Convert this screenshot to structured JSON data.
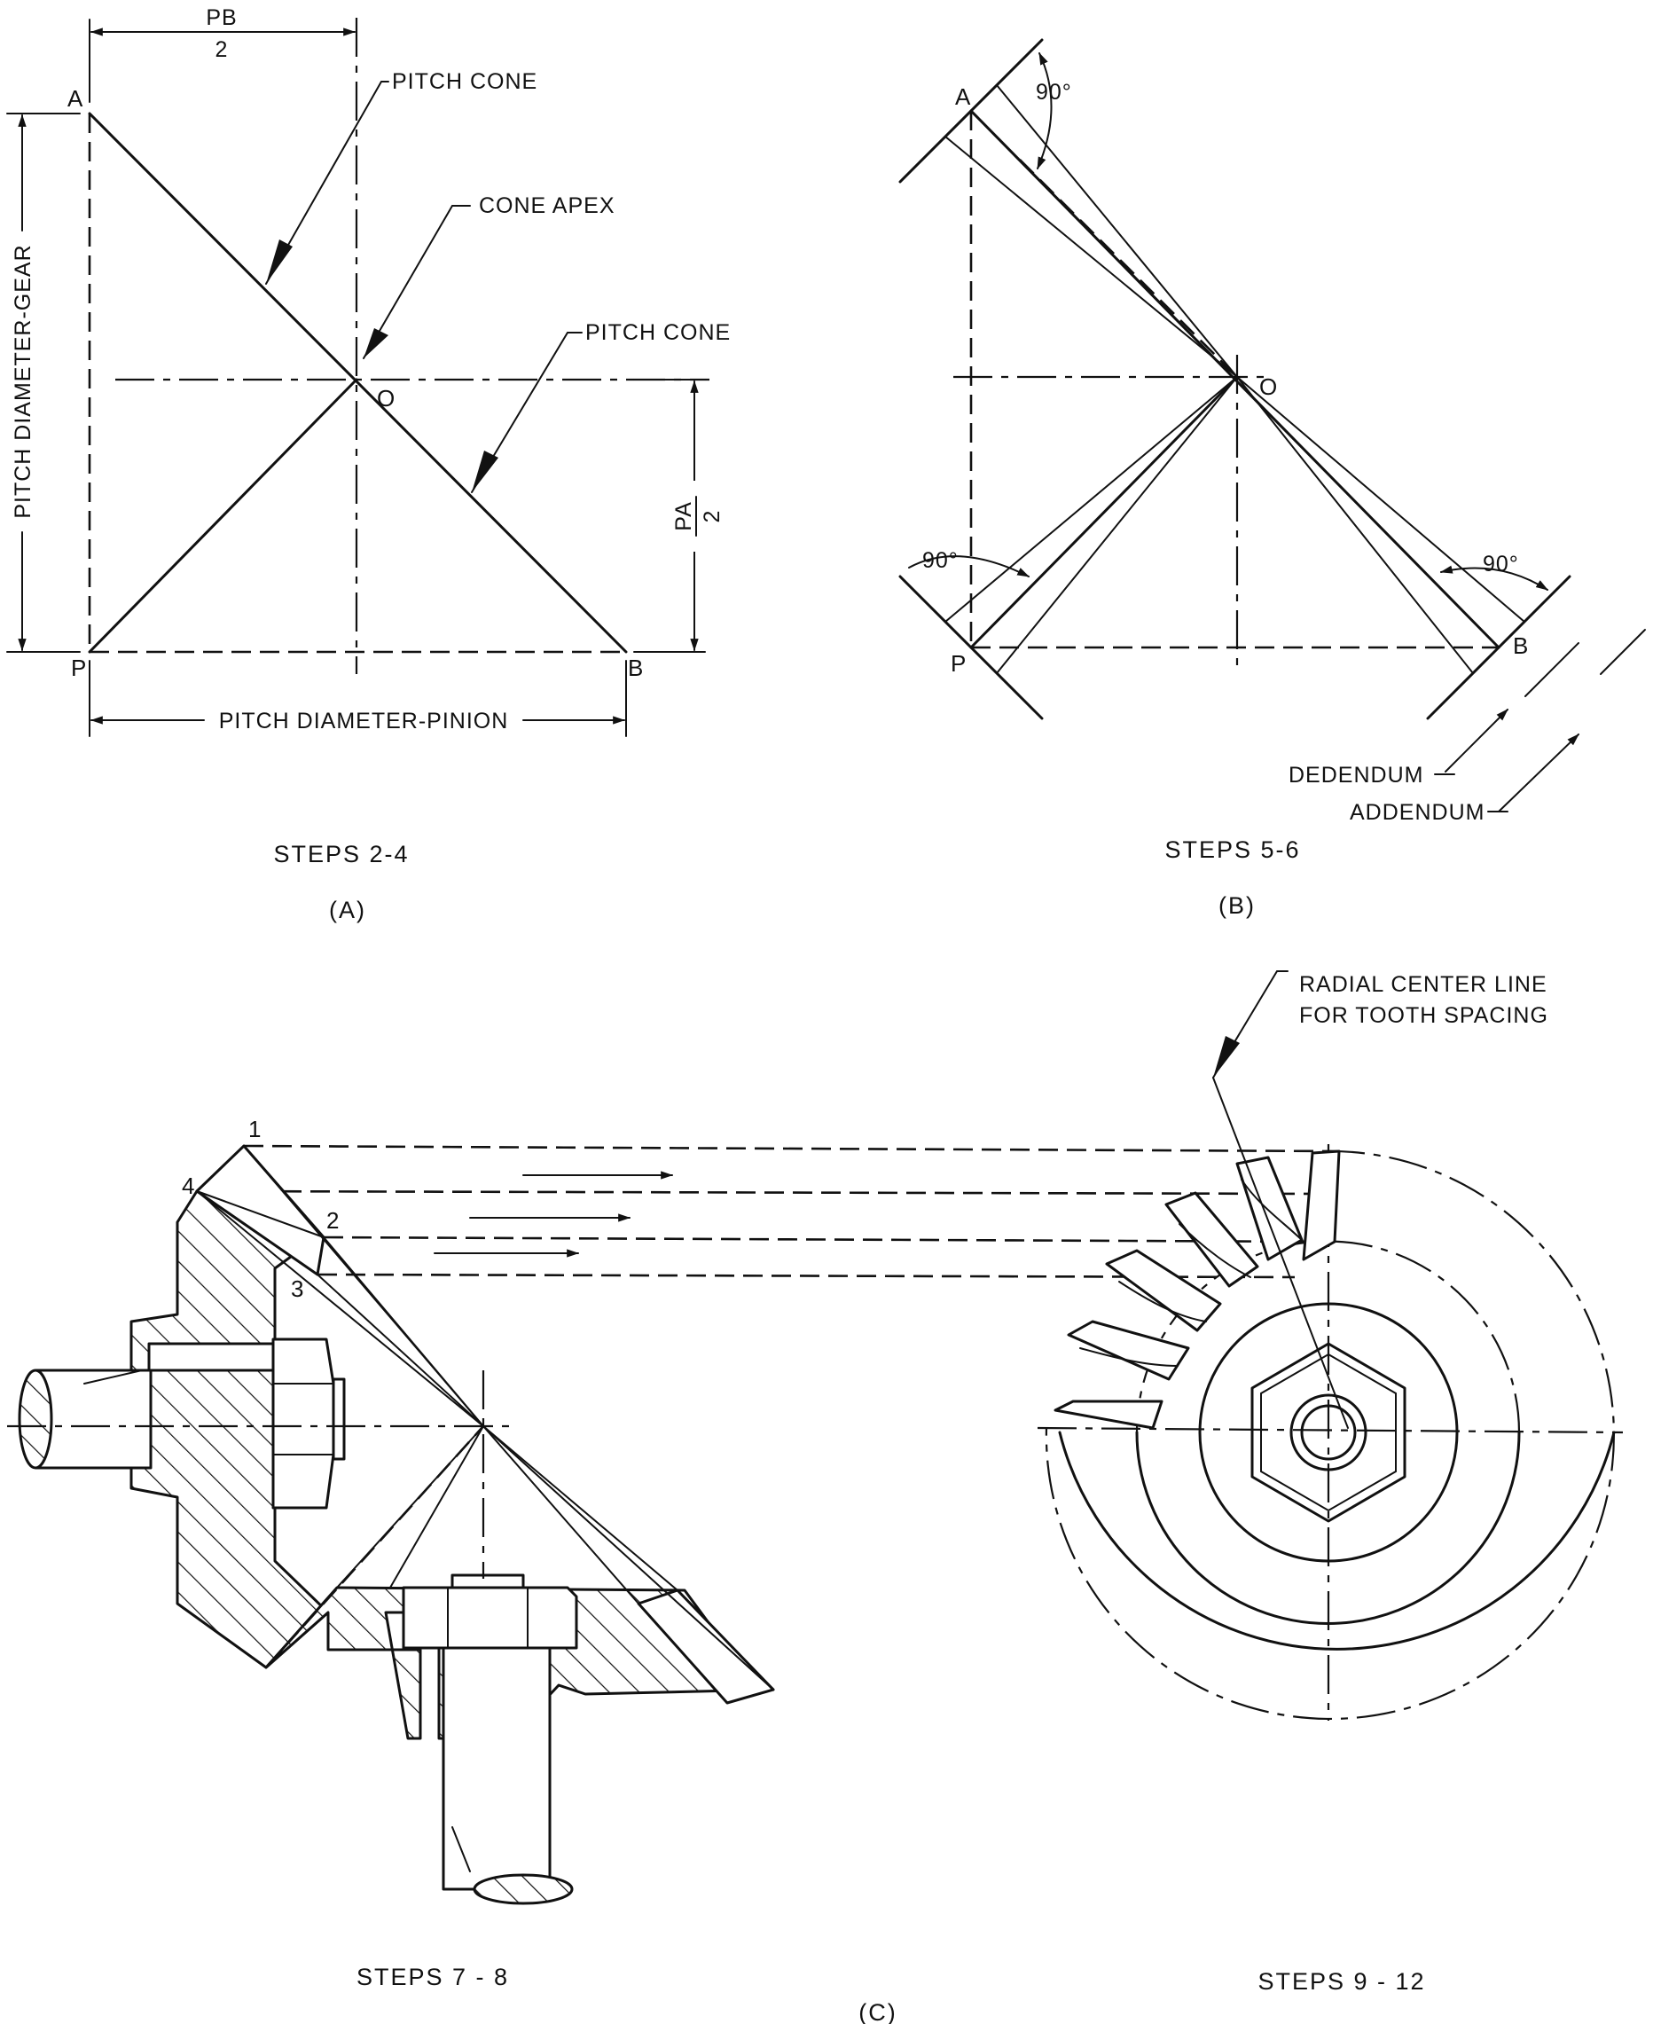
{
  "panel_a": {
    "pb_numerator": "PB",
    "pb_denominator": "2",
    "pa_numerator": "PA",
    "pa_denominator": "2",
    "pitch_cone_upper": "PITCH CONE",
    "cone_apex": "CONE APEX",
    "pitch_cone_lower": "PITCH CONE",
    "pitch_diameter_gear": "PITCH DIAMETER-GEAR",
    "pitch_diameter_pinion": "PITCH DIAMETER-PINION",
    "point_a": "A",
    "point_o": "O",
    "point_p": "P",
    "point_b": "B",
    "steps": "STEPS 2-4",
    "caption": "(A)"
  },
  "panel_b": {
    "point_a": "A",
    "point_o": "O",
    "point_p": "P",
    "point_b": "B",
    "angle_top": "90°",
    "angle_left": "90°",
    "angle_right": "90°",
    "dedendum": "DEDENDUM",
    "addendum": "ADDENDUM",
    "steps": "STEPS 5-6",
    "caption": "(B)"
  },
  "panel_c": {
    "radial_line_1": "RADIAL CENTER LINE",
    "radial_line_2": "FOR TOOTH SPACING",
    "point_1": "1",
    "point_2": "2",
    "point_3": "3",
    "point_4": "4",
    "steps_left": "STEPS 7 - 8",
    "steps_right": "STEPS 9 - 12",
    "caption": "(C)"
  }
}
